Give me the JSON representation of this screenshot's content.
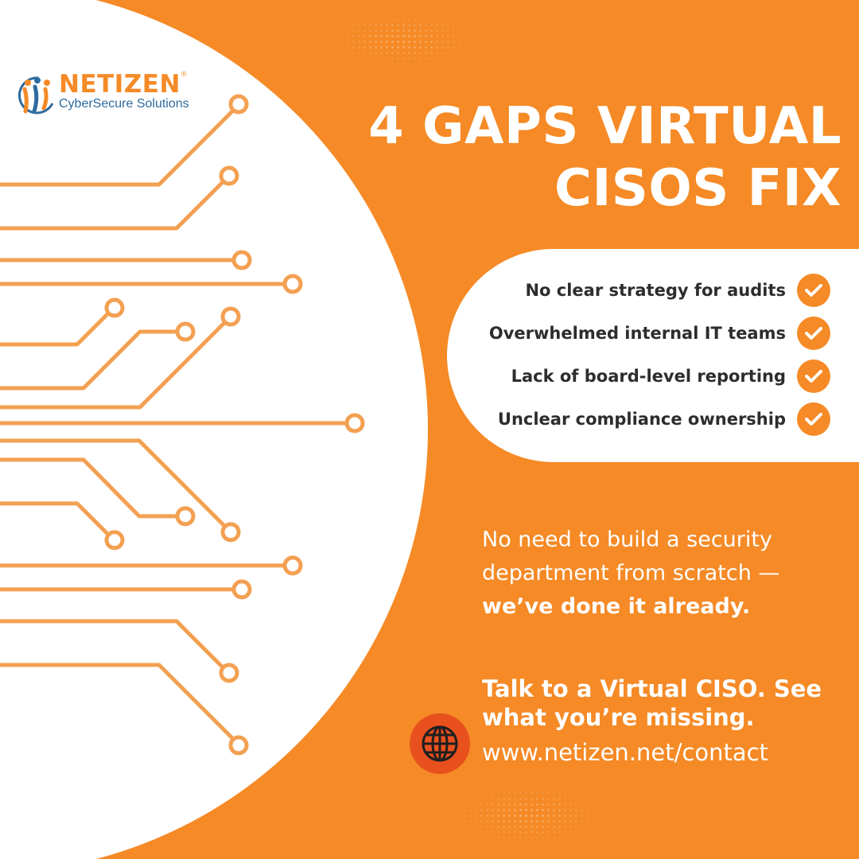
{
  "brand": {
    "name": "NETIZEN",
    "registered": "®",
    "tagline": "CyberSecure Solutions",
    "logo_icon": "people-circle-logo-icon"
  },
  "headline": {
    "line1": "4 GAPS VIRTUAL",
    "line2": "CISOS FIX"
  },
  "gaps": [
    {
      "label": "No clear strategy for audits",
      "icon": "check-icon"
    },
    {
      "label": "Overwhelmed internal IT teams",
      "icon": "check-icon"
    },
    {
      "label": "Lack of board-level reporting",
      "icon": "check-icon"
    },
    {
      "label": "Unclear compliance ownership",
      "icon": "check-icon"
    }
  ],
  "pitch": {
    "text": "No need to build a security department from scratch —",
    "emphasis": "we’ve done it already."
  },
  "cta": {
    "text": "Talk to a Virtual CISO. See what you’re missing.",
    "url": "www.netizen.net/contact",
    "icon": "globe-icon"
  },
  "colors": {
    "background": "#f58a26",
    "panel": "#ffffff",
    "accent": "#f58a26",
    "globe_badge": "#e8501e",
    "text_dark": "#2d2d2d",
    "tagline": "#2e6b9e"
  }
}
